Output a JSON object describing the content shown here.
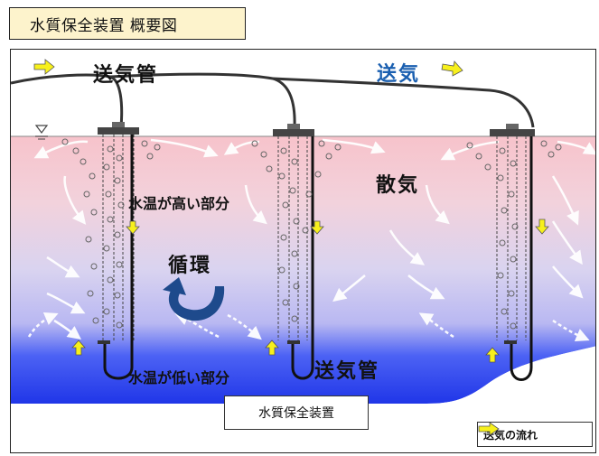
{
  "title": "水質保全装置 概要図",
  "labels": {
    "pipe_top": "送気管",
    "air": "送気",
    "diffuse": "散気",
    "high_temp": "水温が高い部分",
    "circulation": "循環",
    "low_temp": "水温が低い部分",
    "pipe_mid": "送気管",
    "device": "水質保全装置",
    "legend": "送気の流れ"
  },
  "colors": {
    "air_arrow": "#f7f01c",
    "air_text": "#1a5fb0",
    "water_top": "#f8c8cf",
    "water_mid": "#d9d3f0",
    "water_bottom": "#2a48f2",
    "circulation_arrow": "#1e4a8c",
    "title_bg": "#fdf3cc"
  },
  "icons": [
    "air-flow-arrow-icon",
    "circulation-arrow-icon",
    "water-level-marker-icon"
  ]
}
